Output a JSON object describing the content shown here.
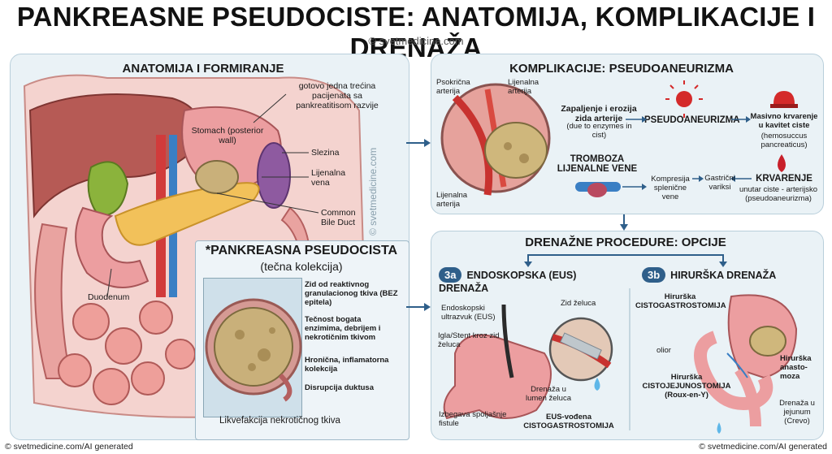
{
  "title": "PANKREASNE PSEUDOCISTE: ANATOMIJA, KOMPLIKACIJE I DRENAŽA",
  "subtitle": "© svetmedicine.com",
  "watermark": "© svetmedicine.com",
  "footer_left": "© svetmedicine.com/AI generated",
  "footer_right": "© svetmedicine.com/AI generated",
  "anatomy": {
    "title": "ANATOMIJA I FORMIRANJE",
    "note": "gotovo jedna trećina pacijenata sa pankreatitisom razvije",
    "stomach": "Stomach (posterior wall)",
    "spleen": "Slezina",
    "splenic_vein": "Lijenalna vena",
    "bile_duct": "Common Bile Duct",
    "duodenum": "Duodenum"
  },
  "pseudocyst": {
    "title": "*PANKREASNA PSEUDOCISTA",
    "subtitle": "(tečna kolekcija)",
    "labels": [
      "Zid od reaktivnog granulacionog tkiva (BEZ epitela)",
      "Tečnost bogata enzimima, debrijem i nekrotičnim tkivom",
      "Hronična, inflamatorna kolekcija",
      "Disrupcija duktusa"
    ],
    "bottom": "Likvefakcija nekrotičnog tkiva"
  },
  "complications": {
    "title": "KOMPLIKACIJE: PSEUDOANEURIZMA",
    "psoc_artery": "Psokrična arterija",
    "splenic_artery_top": "Lijenalna arterija",
    "splenic_artery_bottom": "Lijenalna arterija",
    "inflammation": "Zapaljenje i erozija zida arterije",
    "inflammation_en": "(due to enzymes in cist)",
    "pseudoaneurysm": "PSEUDOANEURIZMA",
    "massive_bleeding": "Masivno krvarenje u kavitet ciste",
    "hemosuccus": "(hemosuccus pancreaticus)",
    "thrombosis": "TROMBOZA LIJENALNE VENE",
    "compression": "Kompresija splenične vene",
    "gastric_varices": "Gastrični variksi",
    "bleeding": "KRVARENJE",
    "bleeding_note": "unutar ciste - arterijsko (pseudoaneurizma)"
  },
  "drainage": {
    "title": "DRENAŽNE PROCEDURE: OPCIJE",
    "eus": {
      "tag": "3a",
      "title": "ENDOSKOPSKA (EUS) DRENAŽA",
      "endoscope": "Endoskopski ultrazvuk (EUS)",
      "stent": "Igla/Stent kroz zid želuca",
      "stomach_wall": "Zid želuca",
      "drain_lumen": "Drenaža u lumen želuca",
      "avoid": "Izbegava spoljašnje fistule",
      "procedure": "EUS-vođena CISTOGASTROSTOMIJA"
    },
    "surgical": {
      "tag": "3b",
      "title": "HIRURŠKA DRENAŽA",
      "cystogastro": "Hirurška CISTOGASTROSTOMIJA",
      "or": "olior",
      "cystojejuno": "Hirurška CISTOJEJUNOSTOMIJA (Roux-en-Y)",
      "anastomosis": "Hirurška anasto-moza",
      "drain_jejunum": "Drenaža u jejunum (Crevo)"
    }
  },
  "colors": {
    "panel_bg": "#eaf2f6",
    "panel_border": "#b9cfdb",
    "accent": "#2f5f8a",
    "organ_pink": "#e9a3a0",
    "organ_dark": "#b94a4a",
    "pancreas": "#f2c15a",
    "cyst": "#c9b07a",
    "bile": "#8bb33c",
    "vein_blue": "#3a7fc4"
  }
}
